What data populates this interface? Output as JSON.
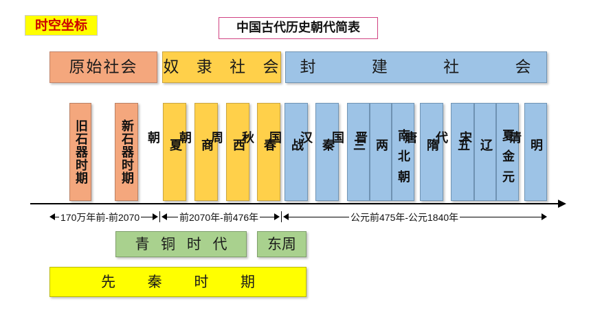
{
  "tag_label": "时空坐标",
  "title": "中国古代历史朝代简表",
  "eras": {
    "primitive": "原始社会",
    "slave": "奴 隶 社 会",
    "feudal": "封 建 社 会"
  },
  "columns": [
    {
      "label": "旧石器时期"
    },
    {
      "label": "新石器时期"
    },
    {
      "label": "夏朝"
    },
    {
      "label": "商朝"
    },
    {
      "label": "西周"
    },
    {
      "label": "春秋"
    },
    {
      "label": "战国"
    },
    {
      "label": "秦汉"
    },
    {
      "label": "三国"
    },
    {
      "label": "两晋"
    },
    {
      "label": "南北朝"
    },
    {
      "label": "隋唐"
    },
    {
      "label": "五代"
    },
    {
      "label": "辽宋"
    },
    {
      "label": "夏金元"
    },
    {
      "label": "明清"
    }
  ],
  "ranges": {
    "r1": "170万年前-前2070",
    "r2": "前2070年-前476年",
    "r3": "公元前475年-公元1840年"
  },
  "periods": {
    "bronze": "青 铜 时 代",
    "dongzhou": "东周",
    "xianqin": "先 秦 时 期"
  },
  "colors": {
    "primitive": "#f4a77d",
    "slave": "#ffd04a",
    "feudal": "#9dc3e6",
    "bronze": "#a9d18e",
    "xianqin": "#ffff00",
    "tag_text": "#cc0000"
  }
}
